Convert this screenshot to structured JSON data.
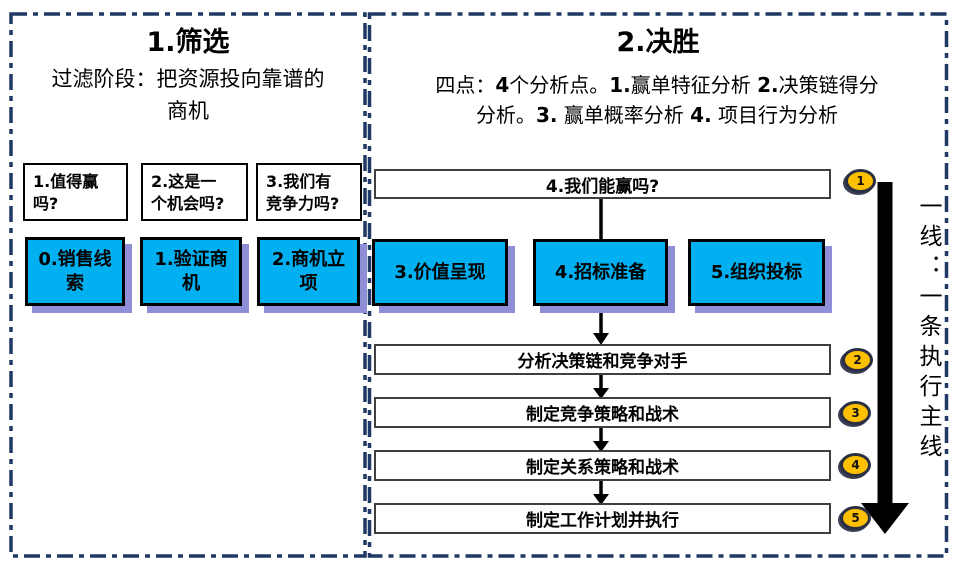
{
  "colors": {
    "dash_border": "#1f3864",
    "stage_blue": "#00b0f0",
    "stage_shadow": "#8f8fd8",
    "marker_gold": "#ffc000",
    "arrow_black": "#000000"
  },
  "left_panel": {
    "title": "1.筛选",
    "subtitle": "过滤阶段：把资源投向靠谱的\n商机",
    "question_boxes": [
      "1.值得赢\n吗?",
      "2.这是一\n个机会吗?",
      "3.我们有\n竞争力吗?"
    ],
    "stage_boxes": [
      "0.销售线\n索",
      "1.验证商\n机",
      "2.商机立\n项"
    ]
  },
  "right_panel": {
    "title": "2.决胜",
    "subtitle_segments": [
      "四点：",
      "4",
      "个分析点。",
      "1.",
      "赢单特征分析 ",
      "2.",
      "决策链得分\n分析。",
      "3.",
      " 赢单概率分析 ",
      "4.",
      " 项目行为分析"
    ],
    "top_question_box": "4.我们能赢吗?",
    "stage_boxes": [
      "3.价值呈现",
      "4.招标准备",
      "5.组织投标"
    ],
    "step_boxes": [
      "分析决策链和竞争对手",
      "制定竞争策略和战术",
      "制定关系策略和战术",
      "制定工作计划并执行"
    ],
    "step_markers": [
      "1",
      "2",
      "3",
      "4",
      "5"
    ],
    "main_line_label": "一线：一条执行主线"
  }
}
